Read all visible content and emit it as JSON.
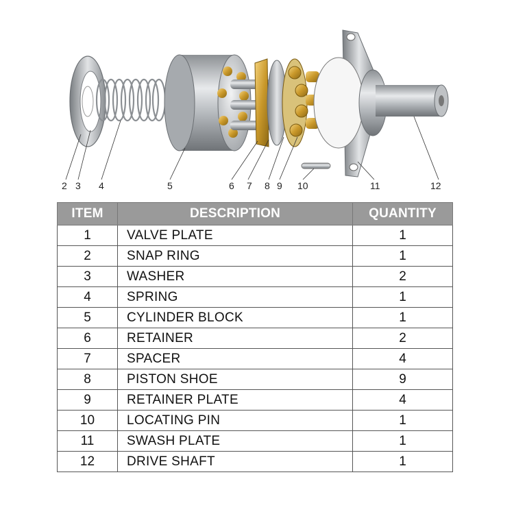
{
  "callouts": [
    "2",
    "3",
    "4",
    "5",
    "6",
    "7",
    "8",
    "9",
    "10",
    "11",
    "12"
  ],
  "table": {
    "headers": {
      "item": "ITEM",
      "description": "DESCRIPTION",
      "quantity": "QUANTITY"
    },
    "rows": [
      {
        "item": "1",
        "description": "VALVE PLATE",
        "quantity": "1"
      },
      {
        "item": "2",
        "description": "SNAP RING",
        "quantity": "1"
      },
      {
        "item": "3",
        "description": "WASHER",
        "quantity": "2"
      },
      {
        "item": "4",
        "description": "SPRING",
        "quantity": "1"
      },
      {
        "item": "5",
        "description": "CYLINDER BLOCK",
        "quantity": "1"
      },
      {
        "item": "6",
        "description": "RETAINER",
        "quantity": "2"
      },
      {
        "item": "7",
        "description": "SPACER",
        "quantity": "4"
      },
      {
        "item": "8",
        "description": "PISTON SHOE",
        "quantity": "9"
      },
      {
        "item": "9",
        "description": "RETAINER PLATE",
        "quantity": "4"
      },
      {
        "item": "10",
        "description": "LOCATING PIN",
        "quantity": "1"
      },
      {
        "item": "11",
        "description": "SWASH PLATE",
        "quantity": "1"
      },
      {
        "item": "12",
        "description": "DRIVE SHAFT",
        "quantity": "1"
      }
    ]
  }
}
